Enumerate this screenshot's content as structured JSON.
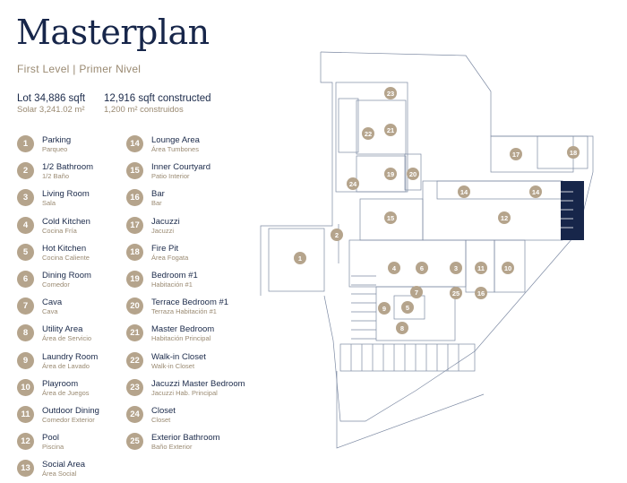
{
  "header": {
    "title": "Masterplan",
    "subtitle": "First Level | Primer Nivel"
  },
  "lot": {
    "area_en": "Lot 34,886 sqft",
    "area_es": "Solar 3,241.02 m²",
    "constructed_en": "12,916 sqft constructed",
    "constructed_es": "1,200 m² construidos"
  },
  "legend": [
    {
      "num": "1",
      "en": "Parking",
      "es": "Parqueo"
    },
    {
      "num": "2",
      "en": "1/2 Bathroom",
      "es": "1/2 Baño"
    },
    {
      "num": "3",
      "en": "Living Room",
      "es": "Sala"
    },
    {
      "num": "4",
      "en": "Cold Kitchen",
      "es": "Cocina Fría"
    },
    {
      "num": "5",
      "en": "Hot Kitchen",
      "es": "Cocina Caliente"
    },
    {
      "num": "6",
      "en": "Dining Room",
      "es": "Comedor"
    },
    {
      "num": "7",
      "en": "Cava",
      "es": "Cava"
    },
    {
      "num": "8",
      "en": "Utility Area",
      "es": "Área de Servicio"
    },
    {
      "num": "9",
      "en": "Laundry Room",
      "es": "Área de Lavado"
    },
    {
      "num": "10",
      "en": "Playroom",
      "es": "Área de Juegos"
    },
    {
      "num": "11",
      "en": "Outdoor Dining",
      "es": "Comedor Exterior"
    },
    {
      "num": "12",
      "en": "Pool",
      "es": "Piscina"
    },
    {
      "num": "13",
      "en": "Social Area",
      "es": "Área Social"
    },
    {
      "num": "14",
      "en": "Lounge Area",
      "es": "Área Tumbones"
    },
    {
      "num": "15",
      "en": "Inner Courtyard",
      "es": "Patio Interior"
    },
    {
      "num": "16",
      "en": "Bar",
      "es": "Bar"
    },
    {
      "num": "17",
      "en": "Jacuzzi",
      "es": "Jacuzzi"
    },
    {
      "num": "18",
      "en": "Fire Pit",
      "es": "Área Fogata"
    },
    {
      "num": "19",
      "en": "Bedroom #1",
      "es": "Habitación #1"
    },
    {
      "num": "20",
      "en": "Terrace Bedroom #1",
      "es": "Terraza Habitación #1"
    },
    {
      "num": "21",
      "en": "Master Bedroom",
      "es": "Habitación Principal"
    },
    {
      "num": "22",
      "en": "Walk-in Closet",
      "es": "Walk-in Closet"
    },
    {
      "num": "23",
      "en": "Jacuzzi Master Bedroom",
      "es": "Jacuzzi Hab. Principal"
    },
    {
      "num": "24",
      "en": "Closet",
      "es": "Closet"
    },
    {
      "num": "25",
      "en": "Exterior Bathroom",
      "es": "Baño Exterior"
    }
  ],
  "plan_markers": [
    "1",
    "2",
    "3",
    "4",
    "5",
    "6",
    "7",
    "8",
    "9",
    "10",
    "11",
    "12",
    "14",
    "14",
    "15",
    "16",
    "17",
    "18",
    "19",
    "20",
    "21",
    "22",
    "23",
    "24",
    "25"
  ],
  "colors": {
    "navy": "#17264a",
    "badge": "#b5a48c",
    "secondary_text": "#9a8a72",
    "line": "#7d8aa3"
  }
}
